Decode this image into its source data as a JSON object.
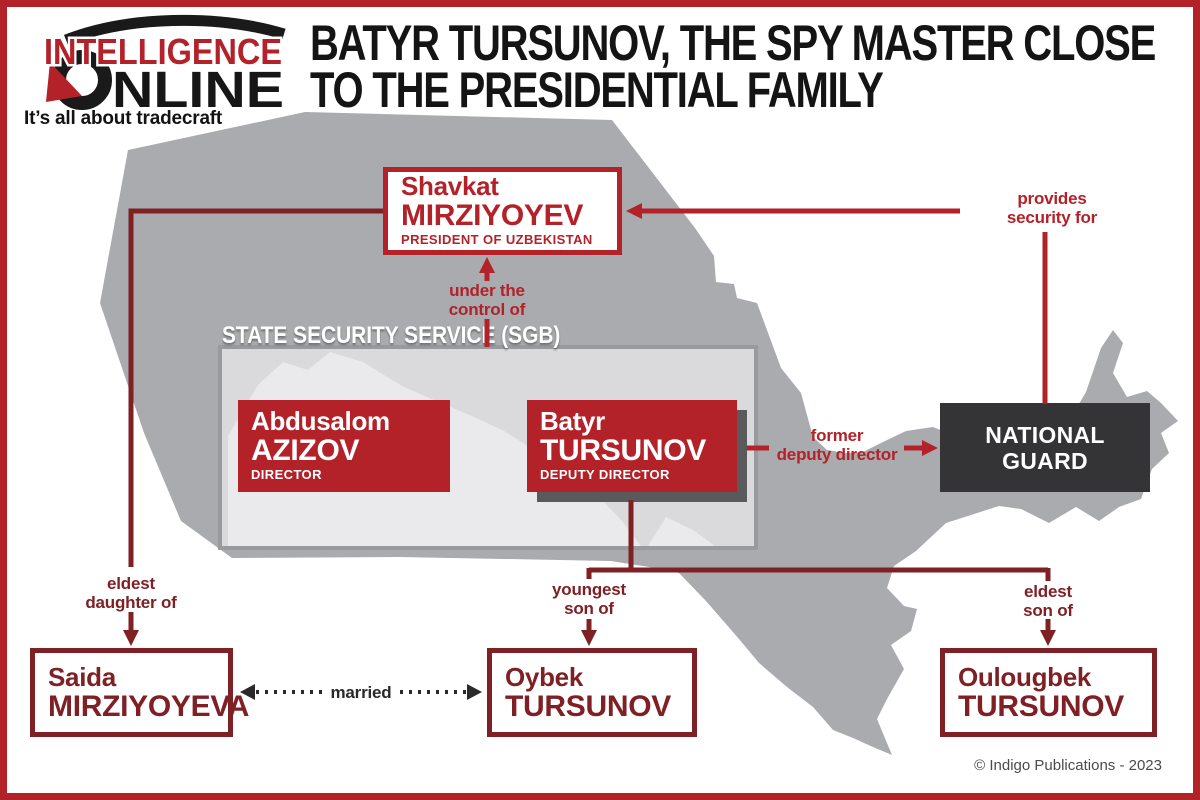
{
  "brand": {
    "logo_top": "INTELLIGENCE",
    "logo_bottom": "NLINE",
    "tagline": "It’s all about tradecraft"
  },
  "header": {
    "title_line1": "BATYR TURSUNOV, THE SPY MASTER CLOSE",
    "title_line2": "TO THE PRESIDENTIAL FAMILY"
  },
  "nodes": {
    "shavkat": {
      "first": "Shavkat",
      "last": "MIRZIYOYEV",
      "role": "PRESIDENT OF UZBEKISTAN"
    },
    "sgb_label": "STATE SECURITY SERVICE (SGB)",
    "azizov": {
      "first": "Abdusalom",
      "last": "AZIZOV",
      "role": "DIRECTOR"
    },
    "batyr": {
      "first": "Batyr",
      "last": "TURSUNOV",
      "role": "DEPUTY DIRECTOR"
    },
    "national_guard": "NATIONAL\nGUARD",
    "saida": {
      "first": "Saida",
      "last": "MIRZIYOYEVA"
    },
    "oybek": {
      "first": "Oybek",
      "last": "TURSUNOV"
    },
    "oulougbek": {
      "first": "Oulougbek",
      "last": "TURSUNOV"
    }
  },
  "relations": {
    "provides_security": "provides\nsecurity for",
    "under_control": "under the\ncontrol of",
    "former_deputy": "former\ndeputy director",
    "eldest_daughter": "eldest\ndaughter of",
    "youngest_son": "youngest\nson of",
    "eldest_son": "eldest\nson of",
    "married": "married"
  },
  "footer": {
    "copyright": "© Indigo Publications - 2023"
  },
  "colors": {
    "bright_red": "#b32129",
    "maroon": "#7e2024",
    "map_gray": "#a9abae",
    "panel_gray": "#dadadc",
    "panel_fragment": "#eaeaec",
    "dark_box": "#343437"
  }
}
